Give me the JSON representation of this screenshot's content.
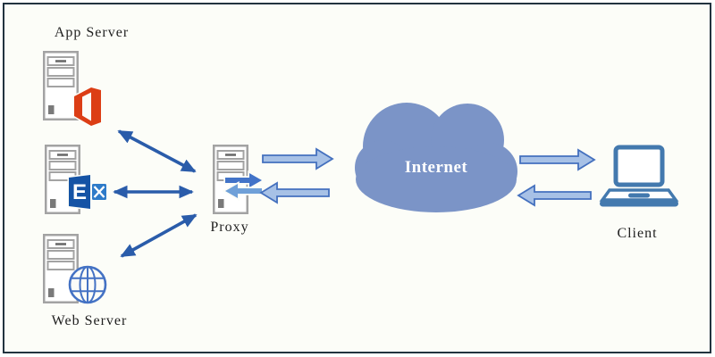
{
  "diagram": {
    "type": "network-topology",
    "nodes": {
      "app_server": {
        "label": "App Server",
        "icon": "server-tower + office-logo"
      },
      "exchange_server": {
        "logo_letter": "E",
        "icon": "server-tower + exchange-logo"
      },
      "web_server": {
        "label": "Web Server",
        "icon": "server-tower + globe"
      },
      "proxy": {
        "label": "Proxy",
        "icon": "server-tower + sync-arrows"
      },
      "internet": {
        "label": "Internet",
        "icon": "cloud"
      },
      "client": {
        "label": "Client",
        "icon": "laptop"
      }
    },
    "connections": [
      {
        "from": "app_server",
        "to": "proxy",
        "style": "double-headed-line"
      },
      {
        "from": "exchange_server",
        "to": "proxy",
        "style": "double-headed-line"
      },
      {
        "from": "web_server",
        "to": "proxy",
        "style": "double-headed-line"
      },
      {
        "from": "proxy",
        "to": "internet",
        "style": "block-arrow"
      },
      {
        "from": "internet",
        "to": "proxy",
        "style": "block-arrow"
      },
      {
        "from": "internet",
        "to": "client",
        "style": "block-arrow"
      },
      {
        "from": "client",
        "to": "internet",
        "style": "block-arrow"
      }
    ],
    "colors": {
      "line_arrow": "#2A5CAA",
      "block_arrow_fill": "#A7C1E6",
      "block_arrow_stroke": "#4470BE",
      "cloud_fill": "#7B94C7",
      "laptop": "#4379AE",
      "office_logo": "#DC3E15",
      "exchange_banner": "#1553A5",
      "exchange_square": "#2E7BC9",
      "globe": "#4472C4",
      "tower_outline": "#A3A3A3",
      "frame_border": "#22333F",
      "background": "#FCFDF8",
      "label_text": "#1F1F1F",
      "internet_text": "#FFFFFF"
    }
  }
}
